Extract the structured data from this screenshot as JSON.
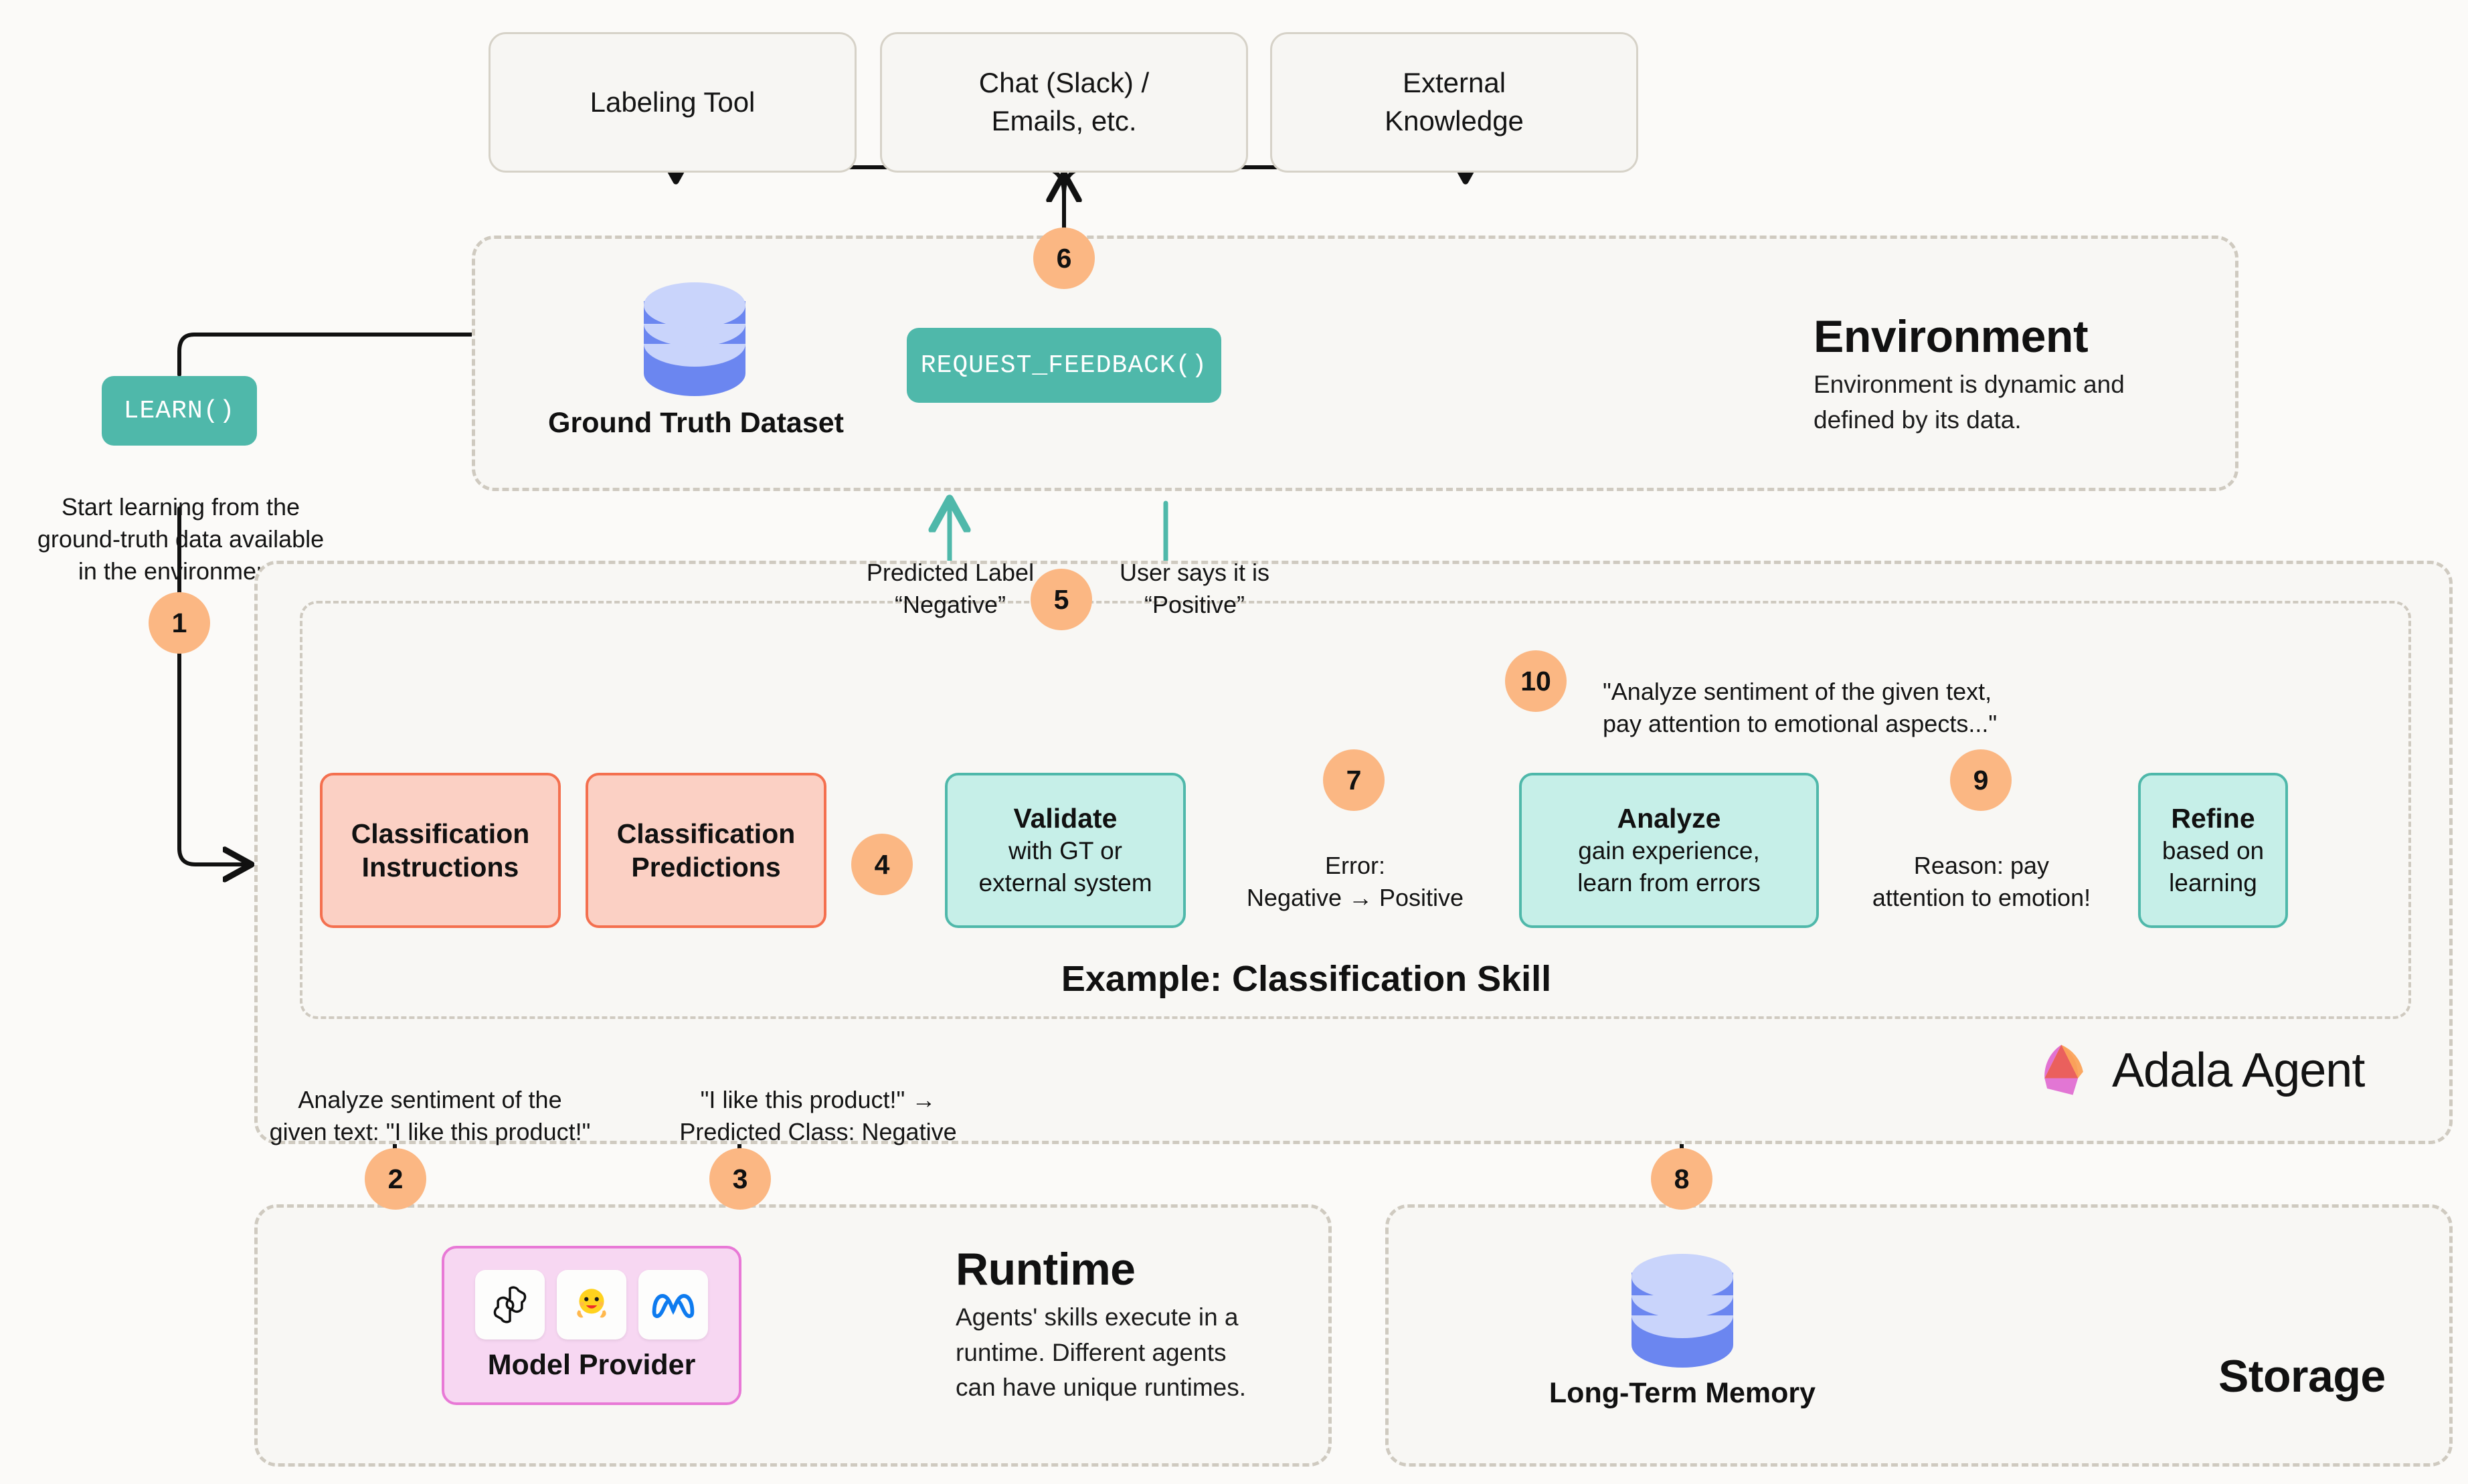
{
  "external_systems": [
    {
      "id": "labeling-tool",
      "label": "Labeling Tool"
    },
    {
      "id": "chat-emails",
      "label": "Chat (Slack) /\nEmails, etc."
    },
    {
      "id": "external-knowledge",
      "label": "External\nKnowledge"
    }
  ],
  "environment": {
    "title": "Environment",
    "desc": "Environment is dynamic and\ndefined by its data.",
    "dataset_label": "Ground Truth Dataset",
    "request_feedback_label": "REQUEST_FEEDBACK()"
  },
  "learn": {
    "pill_label": "LEARN()",
    "caption": "Start learning from the\nground-truth data available\nin the environment."
  },
  "agent": {
    "logo_text": "Adala Agent",
    "skill_title": "Example: Classification Skill",
    "nodes": [
      {
        "id": "classification-instructions",
        "title": "Classification",
        "subtitle": "Instructions",
        "color": "pink"
      },
      {
        "id": "classification-predictions",
        "title": "Classification",
        "subtitle": "Predictions",
        "color": "pink"
      },
      {
        "id": "validate",
        "title": "Validate",
        "subtitle": "with GT or\nexternal system",
        "color": "teal"
      },
      {
        "id": "analyze",
        "title": "Analyze",
        "subtitle": "gain experience,\nlearn from errors",
        "color": "teal"
      },
      {
        "id": "refine",
        "title": "Refine",
        "subtitle": "based on\nlearning",
        "color": "teal"
      }
    ],
    "edge_labels": {
      "error": "Error:\nNegative → Positive",
      "reason": "Reason: pay\nattention to emotion!",
      "refined_prompt": "\"Analyze sentiment of the given text,\npay attention to emotional aspects...\"",
      "predicted_label": "Predicted Label\n“Negative”",
      "user_says": "User says it is\n“Positive”",
      "prompt_out": "Analyze sentiment of the\ngiven text: \"I like this product!\"",
      "prediction_in": "\"I like this product!\" →\nPredicted Class: Negative"
    }
  },
  "runtime": {
    "title": "Runtime",
    "desc": "Agents' skills execute in a\nruntime. Different agents\ncan have unique runtimes.",
    "provider_label": "Model Provider",
    "providers": [
      {
        "id": "openai-icon",
        "name": "openai"
      },
      {
        "id": "huggingface-icon",
        "name": "huggingface"
      },
      {
        "id": "meta-icon",
        "name": "meta"
      }
    ]
  },
  "storage": {
    "title": "Storage",
    "memory_label": "Long-Term Memory"
  },
  "steps": [
    {
      "n": "1"
    },
    {
      "n": "2"
    },
    {
      "n": "3"
    },
    {
      "n": "4"
    },
    {
      "n": "5"
    },
    {
      "n": "6"
    },
    {
      "n": "7"
    },
    {
      "n": "8"
    },
    {
      "n": "9"
    },
    {
      "n": "10"
    }
  ],
  "colors": {
    "background": "#fbfaf8",
    "teal": "#4fb8aa",
    "teal_fill": "#c6efe8",
    "pink_fill": "#fbd0c4",
    "pink_stroke": "#f4704f",
    "badge": "#fbb783",
    "dashed_border": "#cfcac0",
    "db_light": "#c9d4fb",
    "db_dark": "#6b86f0",
    "provider_fill": "#f7d7f2",
    "provider_stroke": "#e879d6"
  }
}
